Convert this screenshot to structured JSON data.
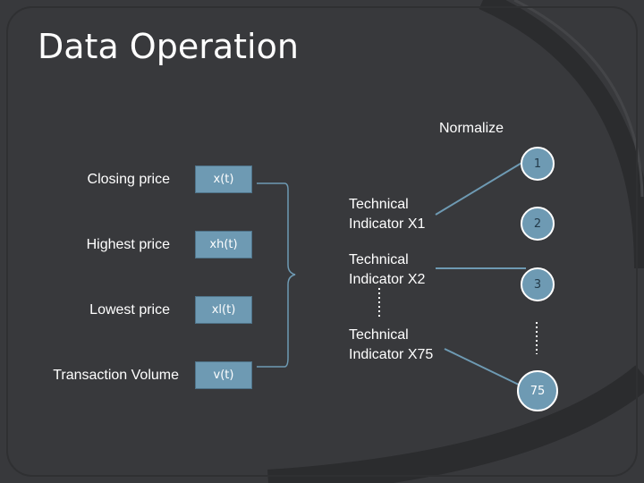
{
  "slide": {
    "title": "Data Operation",
    "normalize_label": "Normalize"
  },
  "inputs": [
    {
      "label": "Closing price",
      "var": "x(t)"
    },
    {
      "label": "Highest price",
      "var": "xh(t)"
    },
    {
      "label": "Lowest price",
      "var": "xl(t)"
    },
    {
      "label": "Transaction Volume",
      "var": "v(t)"
    }
  ],
  "indicators": [
    {
      "line1": "Technical",
      "line2": "Indicator X1"
    },
    {
      "line1": "Technical",
      "line2": "Indicator X2"
    },
    {
      "line1": "Technical",
      "line2": "Indicator X75"
    }
  ],
  "nodes": [
    "1",
    "2",
    "3",
    "75"
  ],
  "colors": {
    "background": "#38393c",
    "box_fill": "#6e9ab3",
    "connector": "#6e9ab3",
    "text": "#ffffff"
  }
}
